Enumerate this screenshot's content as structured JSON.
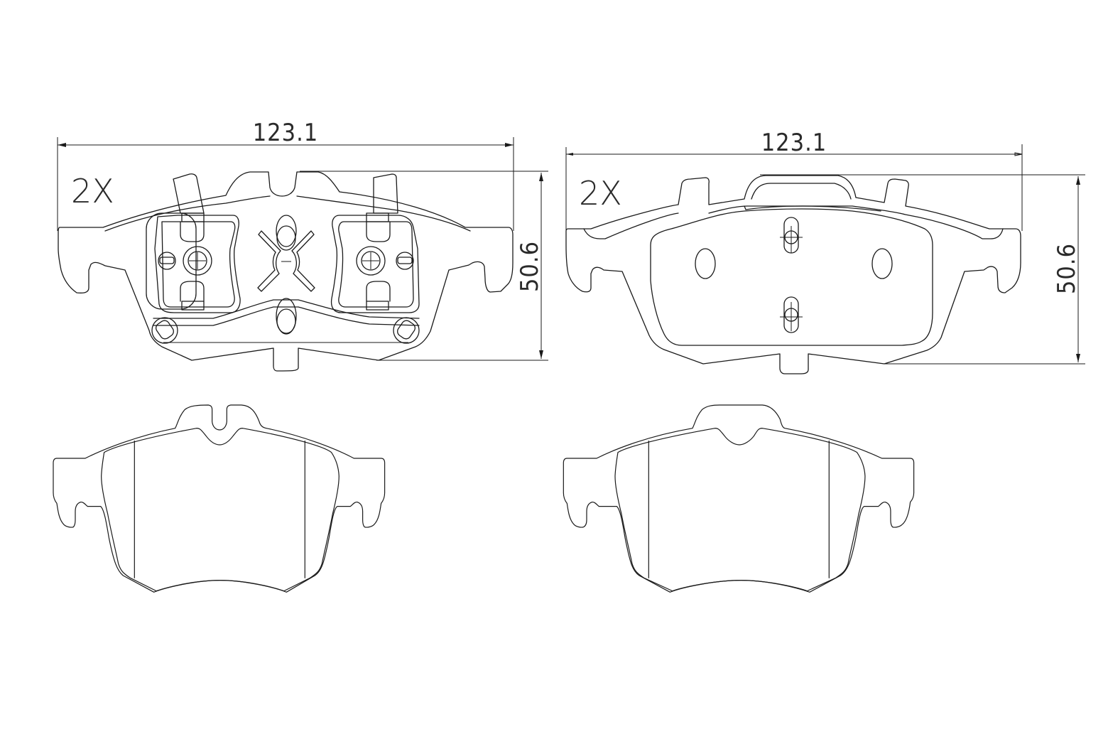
{
  "drawing": {
    "type": "brake pad technical drawing",
    "line_color": "#1a1a1a",
    "background": "#ffffff",
    "views": [
      {
        "id": "top-left",
        "description": "Inner brake pad backing plate with spring clip",
        "quantity_label": "2X",
        "width_dimension": "123.1",
        "height_dimension": "50.6"
      },
      {
        "id": "top-right",
        "description": "Outer brake pad backing plate with mounting holes",
        "quantity_label": "2X",
        "width_dimension": "123.1",
        "height_dimension": "50.6"
      },
      {
        "id": "bottom-left",
        "description": "Inner brake pad friction side view"
      },
      {
        "id": "bottom-right",
        "description": "Outer brake pad friction side view"
      }
    ]
  }
}
